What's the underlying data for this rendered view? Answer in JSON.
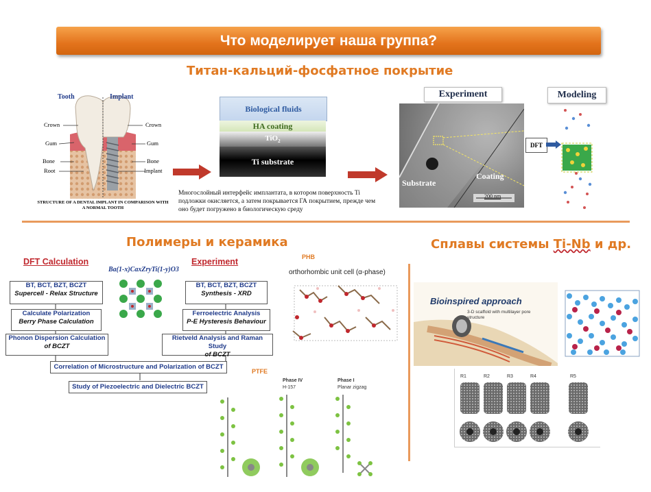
{
  "header": {
    "title": "Что моделирует наша группа?"
  },
  "section1": {
    "title": "Титан-кальций-фосфатное покрытие",
    "tooth_figure": {
      "tooth_label": "Tooth",
      "implant_label": "Implant",
      "left_labels": [
        "Crown",
        "Gum",
        "Bone",
        "Root"
      ],
      "right_labels": [
        "Crown",
        "Gum",
        "Bone",
        "Implant"
      ],
      "caption": "STRUCTURE OF A DENTAL IMPLANT IN COMPARISON WITH A NORMAL TOOTH"
    },
    "layers": {
      "fluids": "Biological fluids",
      "ha": "HA coating",
      "tio2": "TiO",
      "tio2_sub": "2",
      "ti": "Ti substrate"
    },
    "caption": "Многослойный интерфейс имплантата, в котором поверхность Ti подложки окисляется, а затем покрывается ГА покрытием, прежде чем оно будет погружено в биологическую среду",
    "micro": {
      "experiment": "Experiment",
      "modeling": "Modeling",
      "substrate": "Substrate",
      "coating": "Coating",
      "scale": "200 nm",
      "dft": "DFT"
    }
  },
  "section2": {
    "title": "Полимеры и керамика",
    "dft_head": "DFT Calculation",
    "exp_head": "Experiment",
    "formula": "Ba(1-x)CaxZryTi(1-y)O3",
    "left_boxes": [
      {
        "line1": "BT, BCT, BZT, BCZT",
        "line2": "Supercell - Relax Structure"
      },
      {
        "line1": "Calculate Polarization",
        "line2": "Berry Phase Calculation"
      },
      {
        "line1": "Phonon Dispersion Calculation",
        "line2": "of BCZT"
      }
    ],
    "right_boxes": [
      {
        "line1": "BT, BCT, BZT, BCZT",
        "line2": "Synthesis - XRD"
      },
      {
        "line1": "Ferroelectric Analysis",
        "line2": "P-E Hysteresis Behaviour"
      },
      {
        "line1": "Rietveld Analysis and Raman Study",
        "line2": "of BCZT"
      }
    ],
    "bottom_boxes": [
      "Correlation of Microstructure and Polarization of BCZT",
      "Study of Piezoelectric and Dielectric BCZT"
    ],
    "phb_label": "PHB",
    "phb_cell": "orthorhombic unit cell (α-phase)",
    "ptfe_label": "PTFE",
    "phase4": "Phase IV",
    "phase4_sub": "H-157",
    "phase1": "Phase I",
    "phase1_sub": "Planar zigzag"
  },
  "section3": {
    "title_prefix": "Сплавы системы ",
    "title_underlined": "Ti-Nb",
    "title_suffix": " и др.",
    "bio_title": "Bioinspired approach",
    "bio_note": "3-D scaffold with multilayer pore structure",
    "scaffold_labels": [
      "R1",
      "R2",
      "R3",
      "R4",
      "R5"
    ]
  },
  "colors": {
    "accent": "#e07a23",
    "arrow": "#c0392b",
    "flow_text": "#1f3a8a"
  }
}
